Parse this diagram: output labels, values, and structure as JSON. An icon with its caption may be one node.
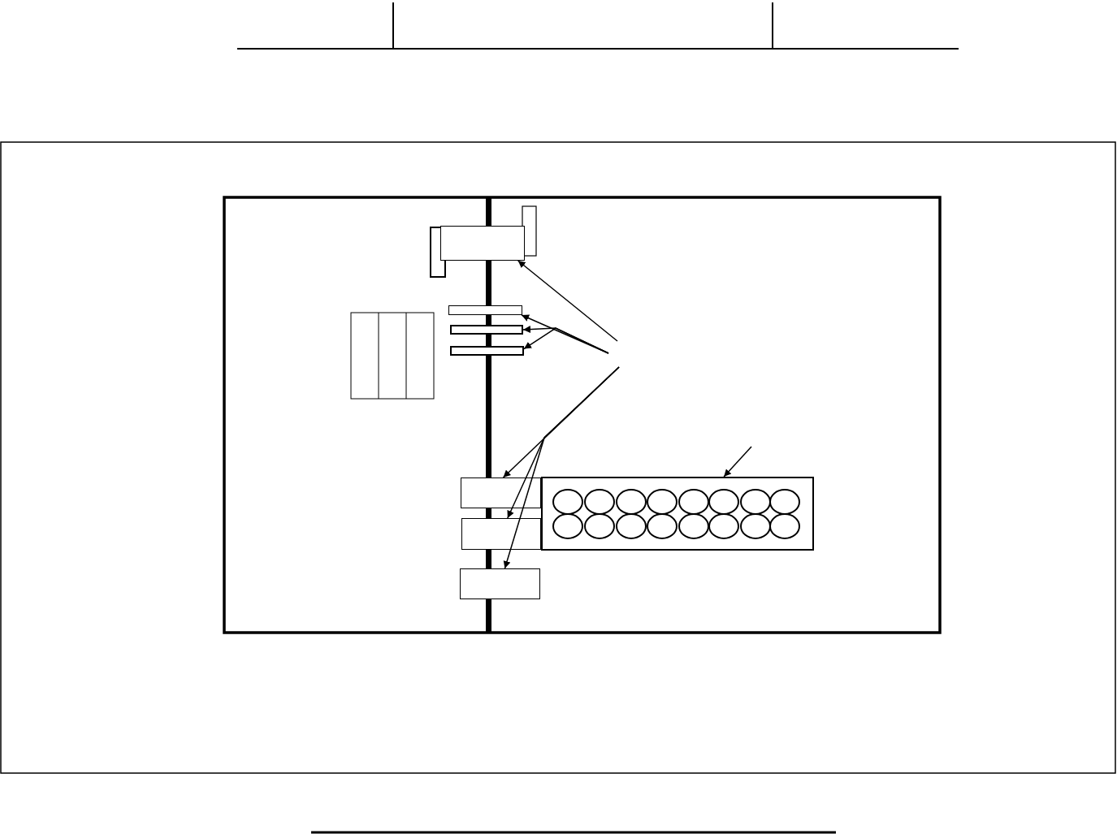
{
  "diagram": {
    "nodes": [
      {
        "text": [],
        "shape": "box"
      },
      {
        "text": [],
        "shape": "box"
      },
      {
        "text": [],
        "shape": "box"
      },
      {
        "text": [],
        "shape": "box"
      },
      {
        "text": [],
        "shape": "box"
      },
      {
        "text": [],
        "shape": "box"
      },
      {
        "text": [],
        "shape": "box"
      },
      {
        "text": [],
        "shape": "box"
      }
    ],
    "edges": [
      {
        "from": null,
        "to": 0,
        "arrow": "to"
      },
      {
        "from": null,
        "to": 1,
        "arrow": "to"
      },
      {
        "from": null,
        "to": 2,
        "arrow": "to"
      },
      {
        "from": null,
        "to": 3,
        "arrow": "to"
      },
      {
        "from": null,
        "to": 4,
        "arrow": "to"
      },
      {
        "from": null,
        "to": 5,
        "arrow": "to"
      },
      {
        "from": null,
        "to": 6,
        "arrow": "to"
      },
      {
        "from": null,
        "to": 7,
        "arrow": "to"
      }
    ]
  }
}
